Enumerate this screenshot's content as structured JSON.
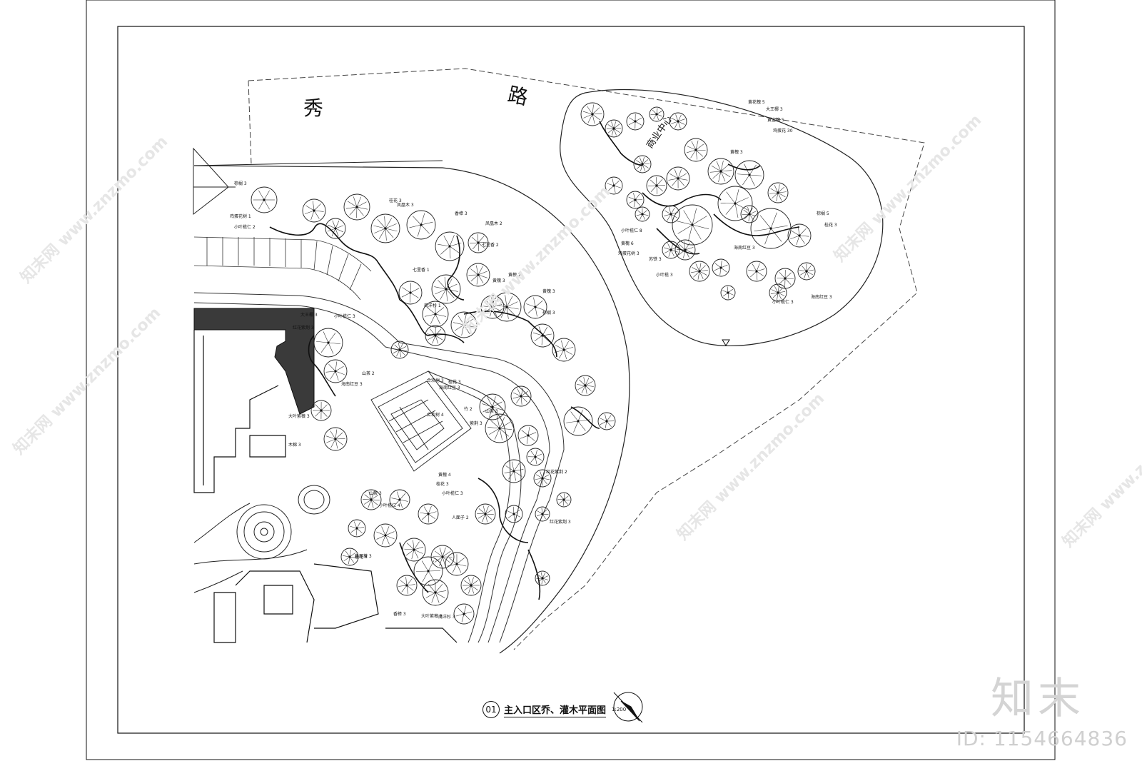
{
  "drawing": {
    "road_chars": [
      "秀",
      "路"
    ],
    "zone_label": "商业中心",
    "title_number": "01",
    "title": "主入口区乔、灌木平面图",
    "scale": "1:200"
  },
  "plant_labels": [
    "棕榈 3",
    "鸡蛋花树 1",
    "小叶榄仁 2",
    "桂花 3",
    "凤凰木 3",
    "香樟 3",
    "凤凰木 2",
    "七里香 2",
    "七里香 1",
    "黄槐 3",
    "黄槐 2",
    "黄槐 3",
    "棕榈 3",
    "南洋杉 1",
    "大王椰 3",
    "小叶榄仁 3",
    "红花紫荆 3",
    "山茶 2",
    "海南红豆 3",
    "合欢树 3",
    "合欢树 4",
    "大叶紫薇 3",
    "木棉 3",
    "桂花 3",
    "海南红豆 3",
    "红花紫荆 2",
    "红花紫荆 3",
    "紫荆 3",
    "山茶 3",
    "竹 2",
    "人面子 2",
    "小叶榄仁 3",
    "桂花 3",
    "黄槐 4",
    "山茶 3",
    "小叶榄仁 4",
    "鱼尾葵 3",
    "桂花 3",
    "香樟 3",
    "大叶紫薇 3",
    "南洋杉 3",
    "黄花槐 5",
    "大王椰 3",
    "黄金榕 5",
    "鸡蛋花 30",
    "黄槐 3",
    "棕榈 5",
    "桂花 3",
    "海南红豆 3",
    "小叶榄仁 8",
    "黄槐 6",
    "鸡蛋花树 3",
    "苏铁 3",
    "小叶榄 3",
    "海南红豆 3",
    "小叶榄仁 3"
  ],
  "watermark": {
    "site": "知末网 www.znzmo.com",
    "brand": "知末",
    "id": "ID: 1154664836"
  }
}
